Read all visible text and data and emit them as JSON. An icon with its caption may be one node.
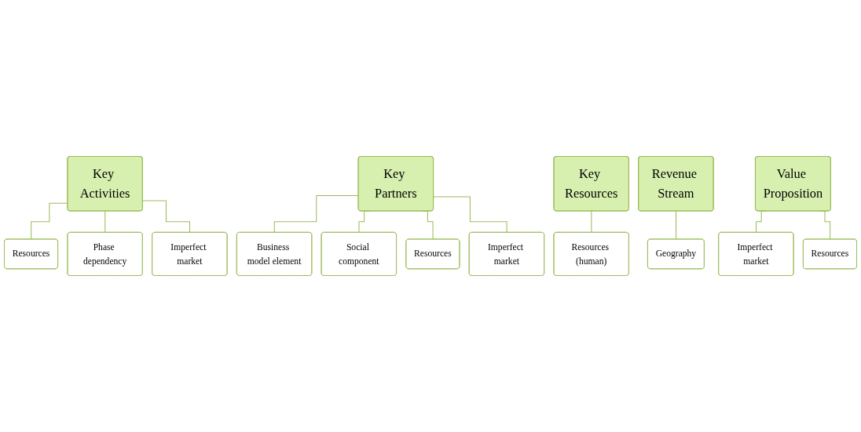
{
  "diagram": {
    "nodes": [
      {
        "text": [
          "Key Activities"
        ]
      },
      {
        "text": [
          "Resources"
        ]
      },
      {
        "text": [
          "Phase dependency"
        ]
      },
      {
        "text": [
          "Imperfect market"
        ]
      },
      {
        "text": [
          "Key Partners"
        ]
      },
      {
        "text": [
          "Business model element"
        ]
      },
      {
        "text": [
          "Social component"
        ]
      },
      {
        "text": [
          "Resources"
        ]
      },
      {
        "text": [
          "Imperfect market"
        ]
      },
      {
        "text": [
          "Key Resources"
        ]
      },
      {
        "text": [
          "Resources (human)"
        ]
      },
      {
        "text": [
          "Revenue Stream"
        ]
      },
      {
        "text": [
          "Geography"
        ]
      },
      {
        "text": [
          "Value Proposition"
        ]
      },
      {
        "text": [
          "Imperfect market"
        ]
      },
      {
        "text": [
          "Resources"
        ]
      }
    ],
    "edges": [
      {
        "from": 0,
        "to": 1,
        "arrow": "none"
      },
      {
        "from": 0,
        "to": 2,
        "arrow": "none"
      },
      {
        "from": 0,
        "to": 3,
        "arrow": "none"
      },
      {
        "from": 4,
        "to": 5,
        "arrow": "none"
      },
      {
        "from": 4,
        "to": 6,
        "arrow": "none"
      },
      {
        "from": 4,
        "to": 7,
        "arrow": "none"
      },
      {
        "from": 4,
        "to": 8,
        "arrow": "none"
      },
      {
        "from": 9,
        "to": 10,
        "arrow": "none"
      },
      {
        "from": 11,
        "to": 12,
        "arrow": "none"
      },
      {
        "from": 13,
        "to": 14,
        "arrow": "none"
      },
      {
        "from": 13,
        "to": 15,
        "arrow": "none"
      }
    ]
  }
}
